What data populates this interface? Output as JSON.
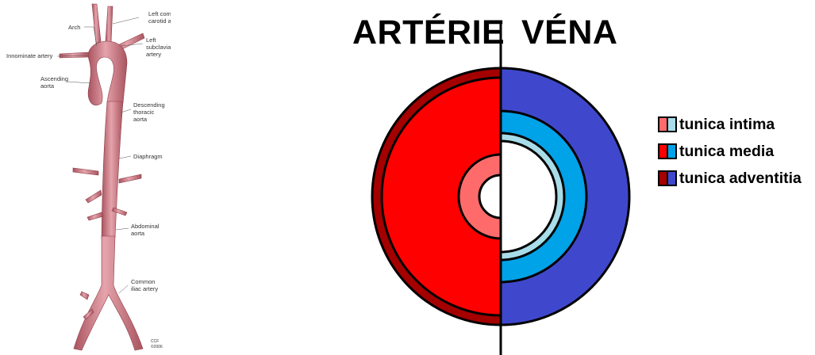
{
  "aorta_illustration": {
    "labels": {
      "arch": "Arch",
      "left_common_carotid": [
        "Left common",
        "carotid artery"
      ],
      "left_subclavian": [
        "Left",
        "subclavian",
        "artery"
      ],
      "innominate": "Innominate artery",
      "ascending_aorta": [
        "Ascending",
        "aorta"
      ],
      "descending_thoracic": [
        "Descending",
        "thoracic",
        "aorta"
      ],
      "diaphragm": "Diaphragm",
      "abdominal_aorta": [
        "Abdominal",
        "aorta"
      ],
      "common_iliac": [
        "Common",
        "iliac artery"
      ],
      "credit": [
        "CCF",
        "©2006"
      ]
    },
    "vessel_color": "#c97b85"
  },
  "comparison": {
    "title_left": "ARTÉRIE",
    "title_right": "VÉNA",
    "artery_colors": {
      "adventitia": "#a40000",
      "media": "#ff0000",
      "intima": "#ff6b6b"
    },
    "vein_colors": {
      "adventitia": "#3f48cc",
      "media": "#00a2e8",
      "intima": "#a8dce9"
    }
  },
  "legend": [
    {
      "label": "tunica intima",
      "artery_color": "#ff6b6b",
      "vein_color": "#a8dce9"
    },
    {
      "label": "tunica media",
      "artery_color": "#ff0000",
      "vein_color": "#00a2e8"
    },
    {
      "label": "tunica adventitia",
      "artery_color": "#a40000",
      "vein_color": "#3f48cc"
    }
  ]
}
